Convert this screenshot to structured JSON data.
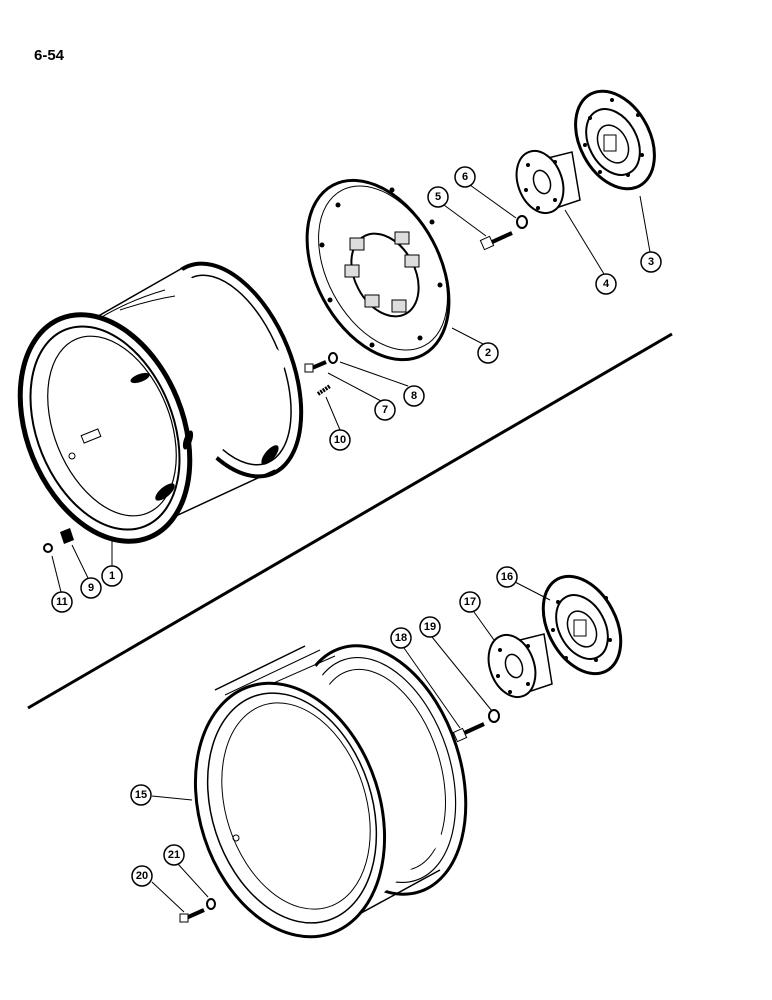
{
  "page": {
    "number": "6-54"
  },
  "callouts": [
    {
      "id": "c1",
      "label": "1"
    },
    {
      "id": "c2",
      "label": "2"
    },
    {
      "id": "c3",
      "label": "3"
    },
    {
      "id": "c4",
      "label": "4"
    },
    {
      "id": "c5",
      "label": "5"
    },
    {
      "id": "c6",
      "label": "6"
    },
    {
      "id": "c7",
      "label": "7"
    },
    {
      "id": "c8",
      "label": "8"
    },
    {
      "id": "c9",
      "label": "9"
    },
    {
      "id": "c10",
      "label": "10"
    },
    {
      "id": "c11",
      "label": "11"
    },
    {
      "id": "c15",
      "label": "15"
    },
    {
      "id": "c16",
      "label": "16"
    },
    {
      "id": "c17",
      "label": "17"
    },
    {
      "id": "c18",
      "label": "18"
    },
    {
      "id": "c19",
      "label": "19"
    },
    {
      "id": "c20",
      "label": "20"
    },
    {
      "id": "c21",
      "label": "21"
    }
  ]
}
